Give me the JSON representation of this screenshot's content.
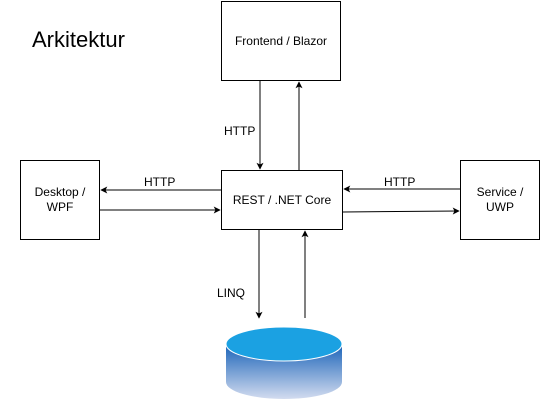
{
  "diagram": {
    "title": "Arkitektur",
    "nodes": {
      "frontend": {
        "label": "Frontend / Blazor"
      },
      "rest": {
        "label": "REST / .NET Core"
      },
      "desktop": {
        "label_lines": [
          "Desktop /",
          "WPF"
        ]
      },
      "service": {
        "label": "Service / UWP"
      },
      "database": {
        "shape": "cylinder",
        "label": ""
      }
    },
    "edges": [
      {
        "from": "frontend",
        "to": "rest",
        "label": "HTTP"
      },
      {
        "from": "rest",
        "to": "frontend",
        "label": ""
      },
      {
        "from": "rest",
        "to": "desktop",
        "label": "HTTP"
      },
      {
        "from": "desktop",
        "to": "rest",
        "label": ""
      },
      {
        "from": "service",
        "to": "rest",
        "label": "HTTP"
      },
      {
        "from": "rest",
        "to": "service",
        "label": ""
      },
      {
        "from": "rest",
        "to": "database",
        "label": "LINQ"
      },
      {
        "from": "database",
        "to": "rest",
        "label": ""
      }
    ],
    "edge_labels": {
      "http_top": "HTTP",
      "http_left": "HTTP",
      "http_right": "HTTP",
      "linq": "LINQ"
    },
    "colors": {
      "line": "#000000",
      "db_top": "#1ba1e2",
      "db_body_top": "#1a63b8",
      "db_body_bottom": "#d3dcef"
    }
  }
}
